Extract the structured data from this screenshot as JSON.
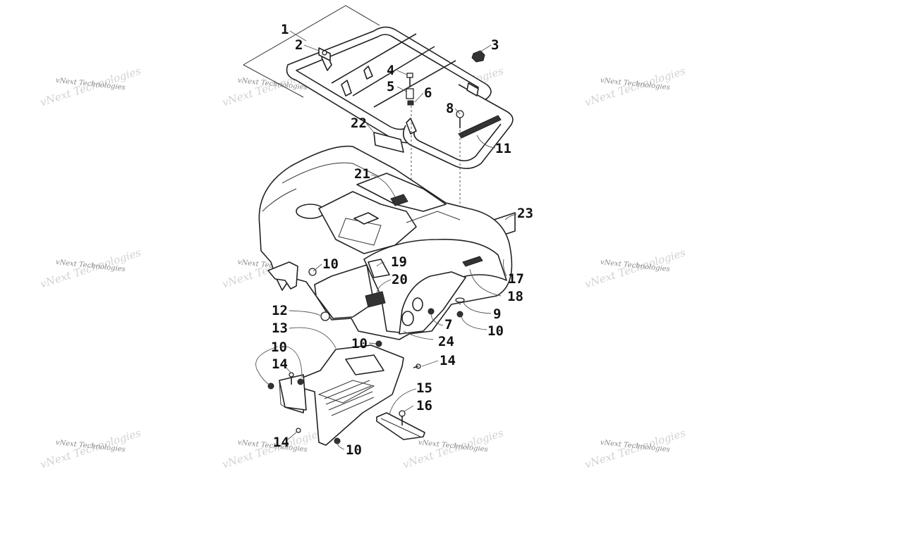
{
  "diagram": {
    "callouts": [
      "1",
      "2",
      "3",
      "4",
      "5",
      "6",
      "8",
      "22",
      "11",
      "21",
      "23",
      "10",
      "19",
      "20",
      "17",
      "18",
      "12",
      "9",
      "7",
      "10",
      "13",
      "10",
      "24",
      "10",
      "14",
      "14",
      "15",
      "16",
      "14",
      "10"
    ],
    "watermark_text": "vNext Technologies",
    "colors": {
      "line": "#222222",
      "background": "#ffffff",
      "watermark": "#8a8a8a"
    }
  }
}
